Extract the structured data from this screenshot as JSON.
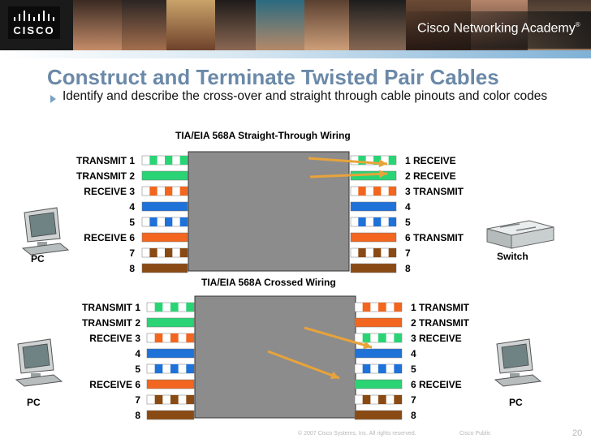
{
  "header": {
    "logo_text": "CISCO",
    "academy": "Cisco Networking Academy",
    "academy_mark": "®"
  },
  "slide": {
    "title": "Construct and Terminate Twisted Pair Cables",
    "bullet": "Identify and describe the cross-over and straight through cable pinouts and color codes"
  },
  "straight": {
    "title": "TIA/EIA 568A Straight-Through Wiring",
    "left_labels": [
      "TRANSMIT 1",
      "TRANSMIT 2",
      "RECEIVE 3",
      "4",
      "5",
      "RECEIVE 6",
      "7",
      "8"
    ],
    "right_labels": [
      "1 RECEIVE",
      "2 RECEIVE",
      "3 TRANSMIT",
      "4",
      "5",
      "6 TRANSMIT",
      "7",
      "8"
    ],
    "left_device": "PC",
    "right_device": "Switch"
  },
  "crossed": {
    "title": "TIA/EIA 568A Crossed Wiring",
    "left_labels": [
      "TRANSMIT 1",
      "TRANSMIT 2",
      "RECEIVE 3",
      "4",
      "5",
      "RECEIVE 6",
      "7",
      "8"
    ],
    "right_labels": [
      "1 TRANSMIT",
      "2 TRANSMIT",
      "3 RECEIVE",
      "4",
      "5",
      "6 RECEIVE",
      "7",
      "8"
    ],
    "left_device": "PC",
    "right_device": "PC"
  },
  "wire_colors": {
    "green": "#2ad475",
    "orange": "#f2661f",
    "blue": "#1e72d8",
    "brown": "#8a4a13",
    "arrow": "#e8a33a"
  },
  "footer": {
    "copyright": "© 2007 Cisco Systems, Inc. All rights reserved.",
    "classification": "Cisco Public",
    "page": "20"
  }
}
